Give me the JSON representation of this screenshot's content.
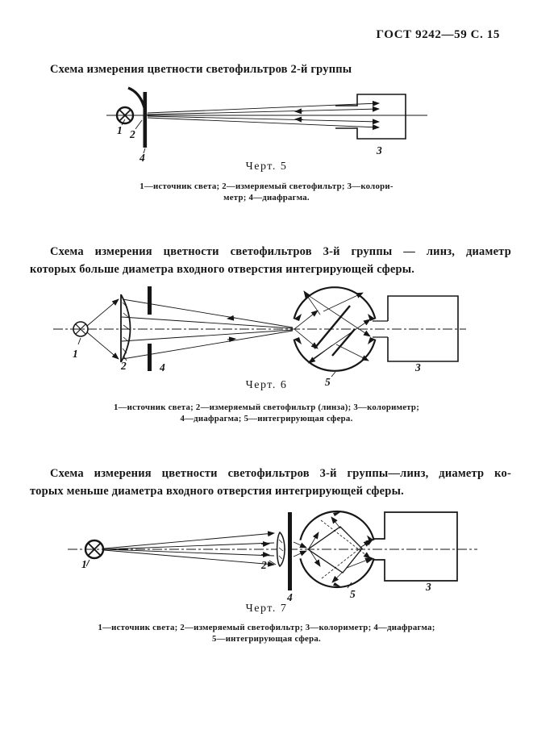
{
  "page": {
    "header": "ГОСТ 9242—59 С. 15"
  },
  "section1": {
    "title": "Схема измерения цветности светофильтров 2-й группы",
    "figure_label": "Черт. 5",
    "legend_line1": "1—источник света; 2—измеряемый светофильтр; 3—колори-",
    "legend_line2": "метр; 4—диафрагма.",
    "labels": {
      "source": "1",
      "filter": "2",
      "colorimeter": "3",
      "diaphragm": "4"
    }
  },
  "section2": {
    "title_line1": "Схема измерения цветности светофильтров 3-й группы — линз, диаметр",
    "title_line2": "которых больше диаметра входного отверстия интегрирующей сферы.",
    "figure_label": "Черт. 6",
    "legend_line1": "1—источник света; 2—измеряемый светофильтр (линза); 3—колориметр;",
    "legend_line2": "4—диафрагма; 5—интегрирующая сфера.",
    "labels": {
      "source": "1",
      "filter": "2",
      "colorimeter": "3",
      "diaphragm": "4",
      "sphere": "5"
    }
  },
  "section3": {
    "title_line1": "Схема измерения цветности светофильтров 3-й группы—линз, диаметр ко-",
    "title_line2": "торых меньше диаметра входного отверстия интегрирующей сферы.",
    "figure_label": "Черт. 7",
    "legend_line1": "1—источник света; 2—измеряемый светофильтр; 3—колориметр; 4—диафрагма;",
    "legend_line2": "5—интегрирующая сфера.",
    "labels": {
      "source": "1",
      "filter": "2",
      "colorimeter": "3",
      "diaphragm": "4",
      "sphere": "5"
    }
  }
}
